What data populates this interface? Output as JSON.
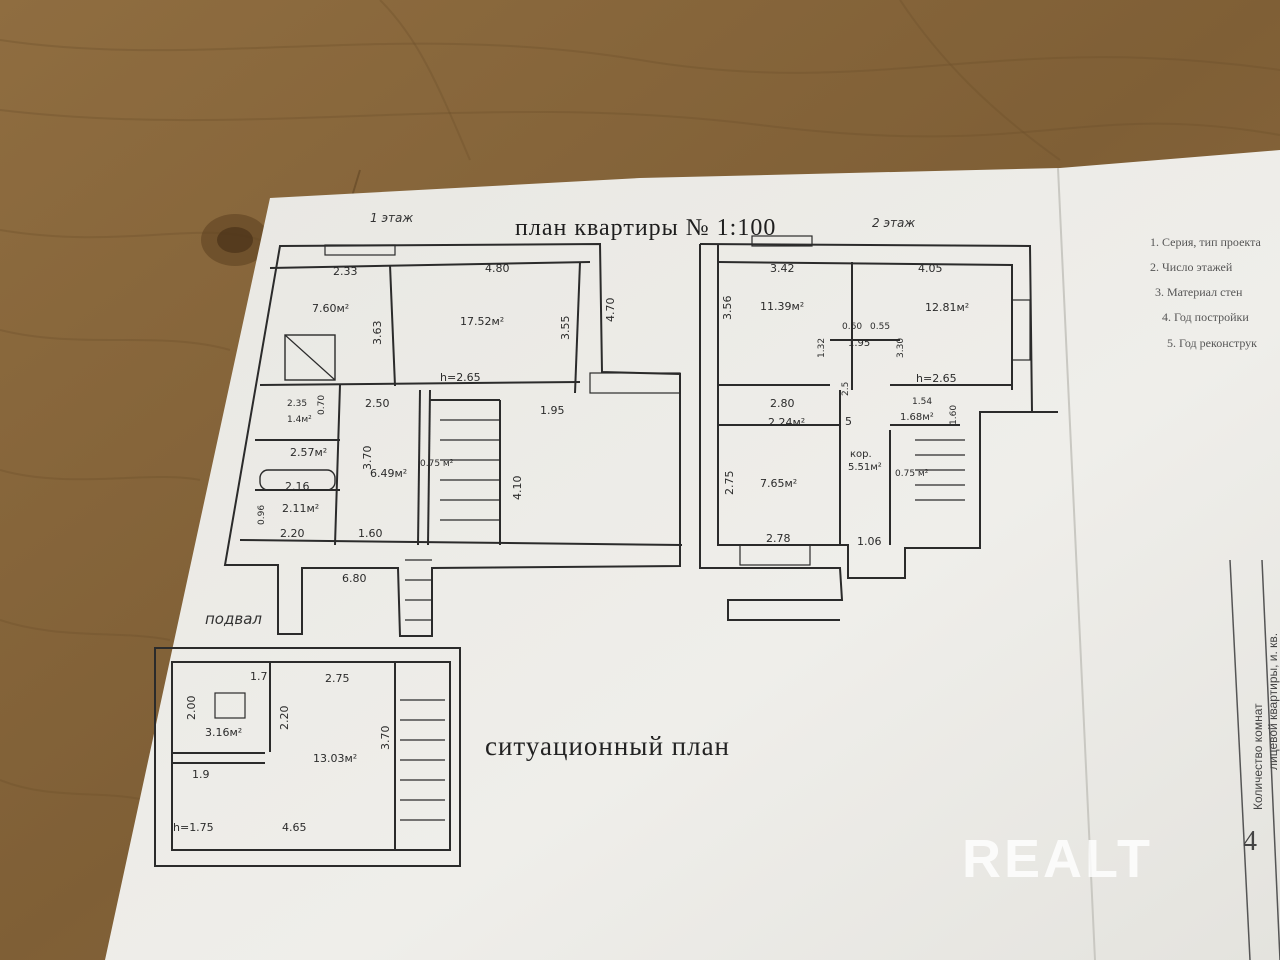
{
  "colors": {
    "wood": "#8a6a3e",
    "paper": "#ecebe6",
    "ink": "#2a2a2a",
    "watermark": "#ffffff"
  },
  "plan": {
    "title": "план квартиры № 1:100",
    "floor1_label": "1 этаж",
    "floor2_label": "2 этаж",
    "basement_label": "подвал",
    "situational_plan": "ситуационный план"
  },
  "floor1": {
    "dims": [
      "2.33",
      "4.80",
      "7.60м²",
      "3.63",
      "17.52м²",
      "3.55",
      "4.70",
      "h=2.65",
      "2.50",
      "1.95",
      "2.35",
      "1.4м²",
      "0.70",
      "2.57м²",
      "3.70",
      "2.16",
      "6.49м²",
      "0.75 м²",
      "4.10",
      "2.11м²",
      "0.96",
      "2.20",
      "1.60",
      "6.80"
    ]
  },
  "floor2": {
    "dims": [
      "3.42",
      "4.05",
      "3.56",
      "11.39м²",
      "12.81м²",
      "0.60",
      "0.55",
      "1.32",
      "1.95",
      "3.30",
      "2.5",
      "h=2.65",
      "2.80",
      "2.24м²",
      "1.54",
      "1.68м²",
      "1.60",
      "5",
      "2.75",
      "7.65м²",
      "кор.",
      "5.51м²",
      "0.75 м²",
      "2.78",
      "1.06"
    ]
  },
  "basement": {
    "dims": [
      "1.7",
      "2.75",
      "2.00",
      "2.20",
      "3.16м²",
      "13.03м²",
      "3.70",
      "1.9",
      "h=1.75",
      "4.65"
    ]
  },
  "side_list": [
    "1. Серия, тип проекта",
    "2. Число этажей",
    "3. Материал стен",
    "4. Год постройки",
    "5. Год реконструк"
  ],
  "side_table": {
    "col1": "Количество комнат",
    "col2": "лицевой квартиры, и. кв.",
    "value": "4"
  },
  "watermark": "REALT"
}
